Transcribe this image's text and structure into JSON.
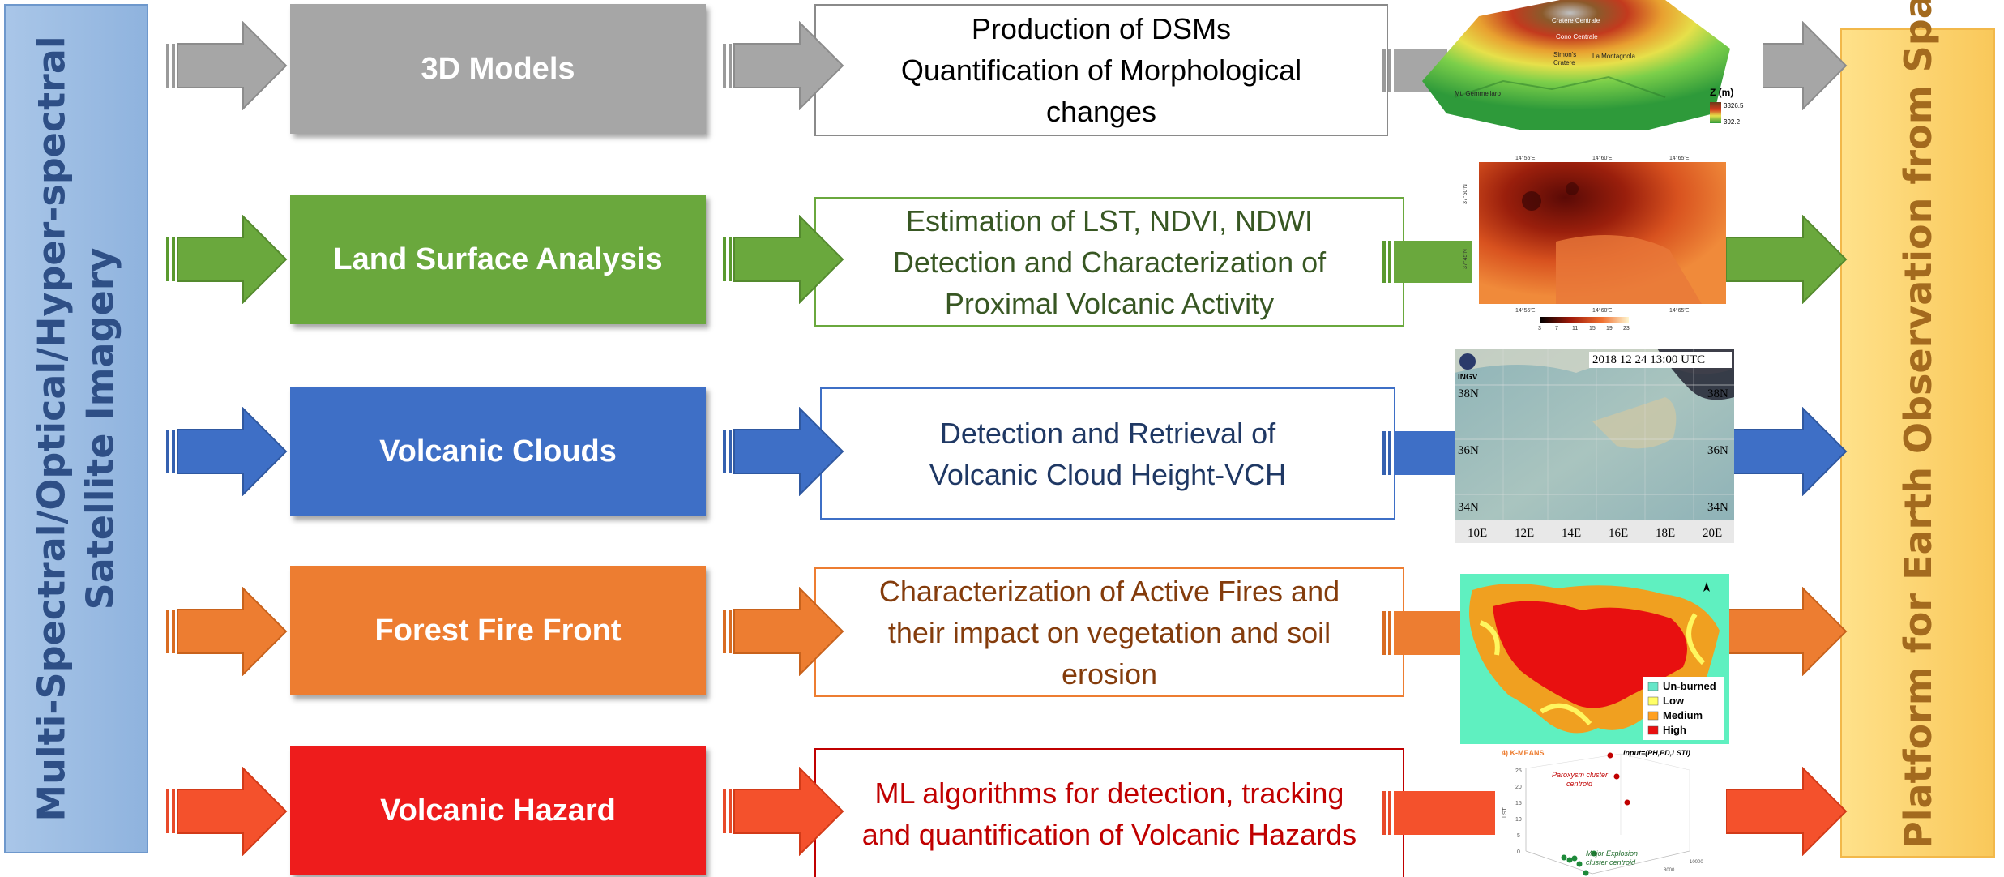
{
  "left_bar": {
    "line1": "Multi-Spectral/Optical/Hyper-spectral",
    "line2": "Satellite Imagery"
  },
  "right_bar": {
    "label": "Platform for Earth Observation from Space"
  },
  "rows": [
    {
      "category": "3D Models",
      "color": "#a6a6a6",
      "description": [
        "Production of DSMs",
        "Quantification of Morphological",
        "changes"
      ],
      "desc_color": "#000000"
    },
    {
      "category": "Land Surface Analysis",
      "color": "#6aa83d",
      "description": [
        "Estimation of LST, NDVI, NDWI",
        "Detection and Characterization of",
        "Proximal Volcanic Activity"
      ],
      "desc_color": "#385723"
    },
    {
      "category": "Volcanic Clouds",
      "color": "#3e6fc6",
      "description": [
        "Detection and Retrieval of",
        "Volcanic Cloud Height-VCH"
      ],
      "desc_color": "#1f3864"
    },
    {
      "category": "Forest Fire Front",
      "color": "#ed7d31",
      "description": [
        "Characterization of Active Fires and",
        "their impact on vegetation and soil",
        "erosion"
      ],
      "desc_color": "#843c0c"
    },
    {
      "category": "Volcanic Hazard",
      "color": "#ee1c1c",
      "description": [
        "ML algorithms for detection, tracking",
        "and quantification of Volcanic Hazards"
      ],
      "desc_color": "#c00000"
    }
  ],
  "thumbnails": {
    "dsm": {
      "legend_title": "Z (m)",
      "max": "3326.5",
      "min": "392.2",
      "labels": [
        "Cratere Centrale",
        "Cono Centrale",
        "La Montagnola",
        "Simon's",
        "Cratere",
        "Mt. Gemmellaro"
      ]
    },
    "lst": {
      "ticks_top": [
        "14°55'E",
        "14°60'E",
        "14°65'E"
      ],
      "ticks_left": [
        "37°50'N",
        "37°45'N"
      ],
      "colorbar": [
        "3",
        "7",
        "11",
        "15",
        "19",
        "23"
      ]
    },
    "cloud": {
      "timestamp": "2018 12 24 13:00 UTC",
      "logo": "INGV",
      "lats": [
        "38N",
        "36N",
        "34N"
      ],
      "lons": [
        "10E",
        "12E",
        "14E",
        "16E",
        "18E",
        "20E"
      ]
    },
    "fire": {
      "legend": [
        "Un-burned",
        "Low",
        "Medium",
        "High"
      ],
      "colors": [
        "#66e6c8",
        "#ffff66",
        "#ffa020",
        "#e81010"
      ]
    },
    "kmeans": {
      "title": "4) K-MEANS",
      "input": "Input=(PH,PD,LSTI)",
      "cluster1": [
        "Paroxysm cluster",
        "centroid"
      ],
      "cluster2": [
        "Major Explosion",
        "cluster centroid"
      ],
      "zlabel": "LST",
      "zticks": [
        "25",
        "20",
        "15",
        "10",
        "5",
        "0"
      ],
      "xticks": [
        "10000",
        "8000"
      ]
    }
  }
}
